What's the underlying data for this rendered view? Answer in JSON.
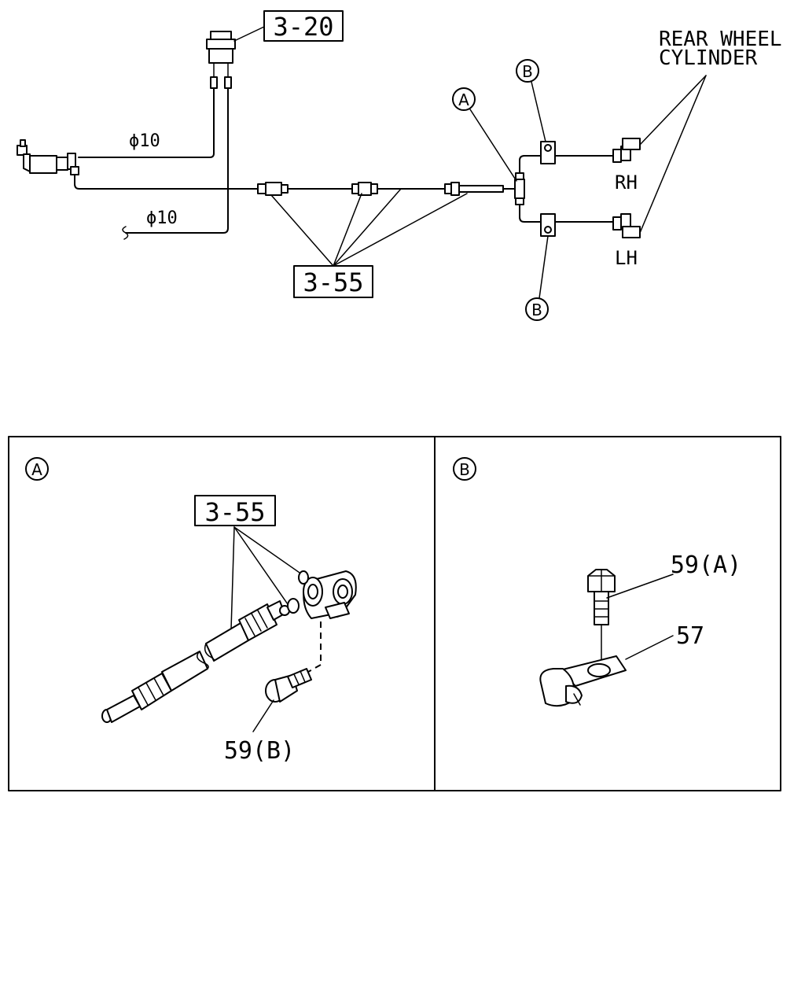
{
  "labels": {
    "ref_3_20": "3-20",
    "ref_3_55_main": "3-55",
    "ref_3_55_detail": "3-55",
    "rear_wheel_line1": "REAR WHEEL",
    "rear_wheel_line2": "CYLINDER",
    "rh": "RH",
    "lh": "LH",
    "phi10_upper": "ϕ10",
    "phi10_lower": "ϕ10",
    "callout_a": "A",
    "callout_b": "B",
    "detail_a_tag": "A",
    "detail_b_tag": "B",
    "part_59b": "59(B)",
    "part_59a": "59(A)",
    "part_57": "57"
  }
}
